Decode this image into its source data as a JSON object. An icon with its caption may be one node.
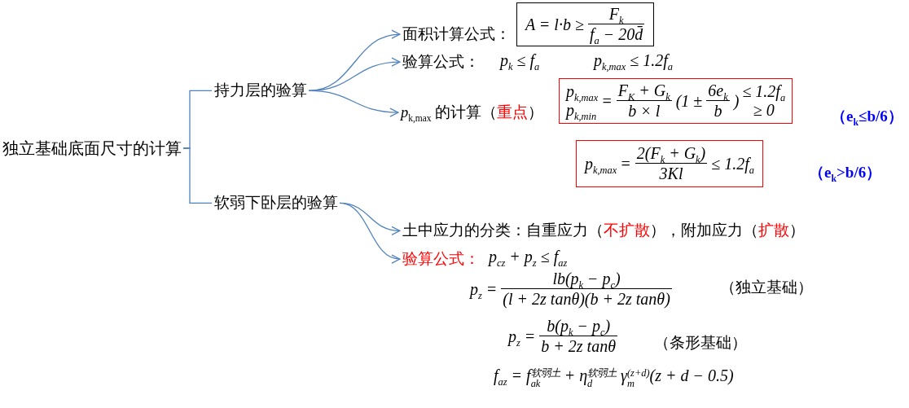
{
  "diagram": {
    "nodes": [
      {
        "text": [
          "独立基础底面尺寸的计算"
        ]
      },
      {
        "text": [
          "持力层的验算"
        ]
      },
      {
        "text": [
          "面积计算公式："
        ]
      },
      {
        "text": [
          "A = l·b ≥",
          "F$_{k}$",
          "f$_{a}$ − 20d̄"
        ]
      },
      {
        "text": [
          "验算公式："
        ]
      },
      {
        "text": [
          "*p*$_{k,max}$ 的计算（",
          "重点",
          "）"
        ]
      },
      {
        "text": [
          "p$_{k,max}$",
          "p$_{k,min}$",
          "=",
          "F$_{K}$ + G$_{k}$",
          "b × l",
          "(1 ±",
          "6e$_{k}$",
          "b",
          ")",
          "≤ 1.2f$_{a}$",
          "≥ 0"
        ],
        "beside": [
          "（e$_{k}$≤b/6）"
        ]
      },
      {
        "text": [
          "p$_{k,max}$",
          "=",
          "2(F$_{k}$ + G$_{k}$)",
          "3Kl",
          "≤ 1.2f$_{a}$"
        ],
        "beside": [
          "（e$_{k}$>b/6）"
        ]
      },
      {
        "text": [
          "软弱下卧层的验算"
        ]
      },
      {
        "text": [
          "土中应力的分类：自重应力（",
          "不扩散",
          "），附加应力（",
          "扩散",
          "）"
        ]
      },
      {
        "text": [
          "验算公式："
        ],
        "beside": [
          "p$_{cz}$ + p$_{z}$ ≤ f$_{az}$"
        ]
      }
    ],
    "edges": [
      {
        "from": 0,
        "to": 1,
        "arrow": "none"
      },
      {
        "from": 0,
        "to": 8,
        "arrow": "none"
      },
      {
        "from": 1,
        "to": 2,
        "arrow": "to"
      },
      {
        "from": 1,
        "to": 4,
        "arrow": "to"
      },
      {
        "from": 1,
        "to": 5,
        "arrow": "to"
      },
      {
        "from": 8,
        "to": 9,
        "arrow": "to"
      },
      {
        "from": 8,
        "to": 10,
        "arrow": "to"
      }
    ],
    "labels": [
      "p$_{k}$ ≤ f$_{a}$",
      "p$_{k,max}$ ≤ 1.2f$_{a}$",
      "p$_{z}$ =",
      "lb(p$_{k}$ − p$_{c}$)",
      "(l + 2z tanθ)(b + 2z tanθ)",
      "（独立基础）",
      "p$_{z}$ =",
      "b(p$_{k}$ − p$_{c}$)",
      "b + 2z tanθ",
      "（条形基础）",
      "f$_{az}$ = f$^{软弱土}$$_{ak}$ + η$^{软弱土}$$_{d}$ γ$^{(z+d)}$$_{m}$(z + d − 0.5)"
    ]
  }
}
